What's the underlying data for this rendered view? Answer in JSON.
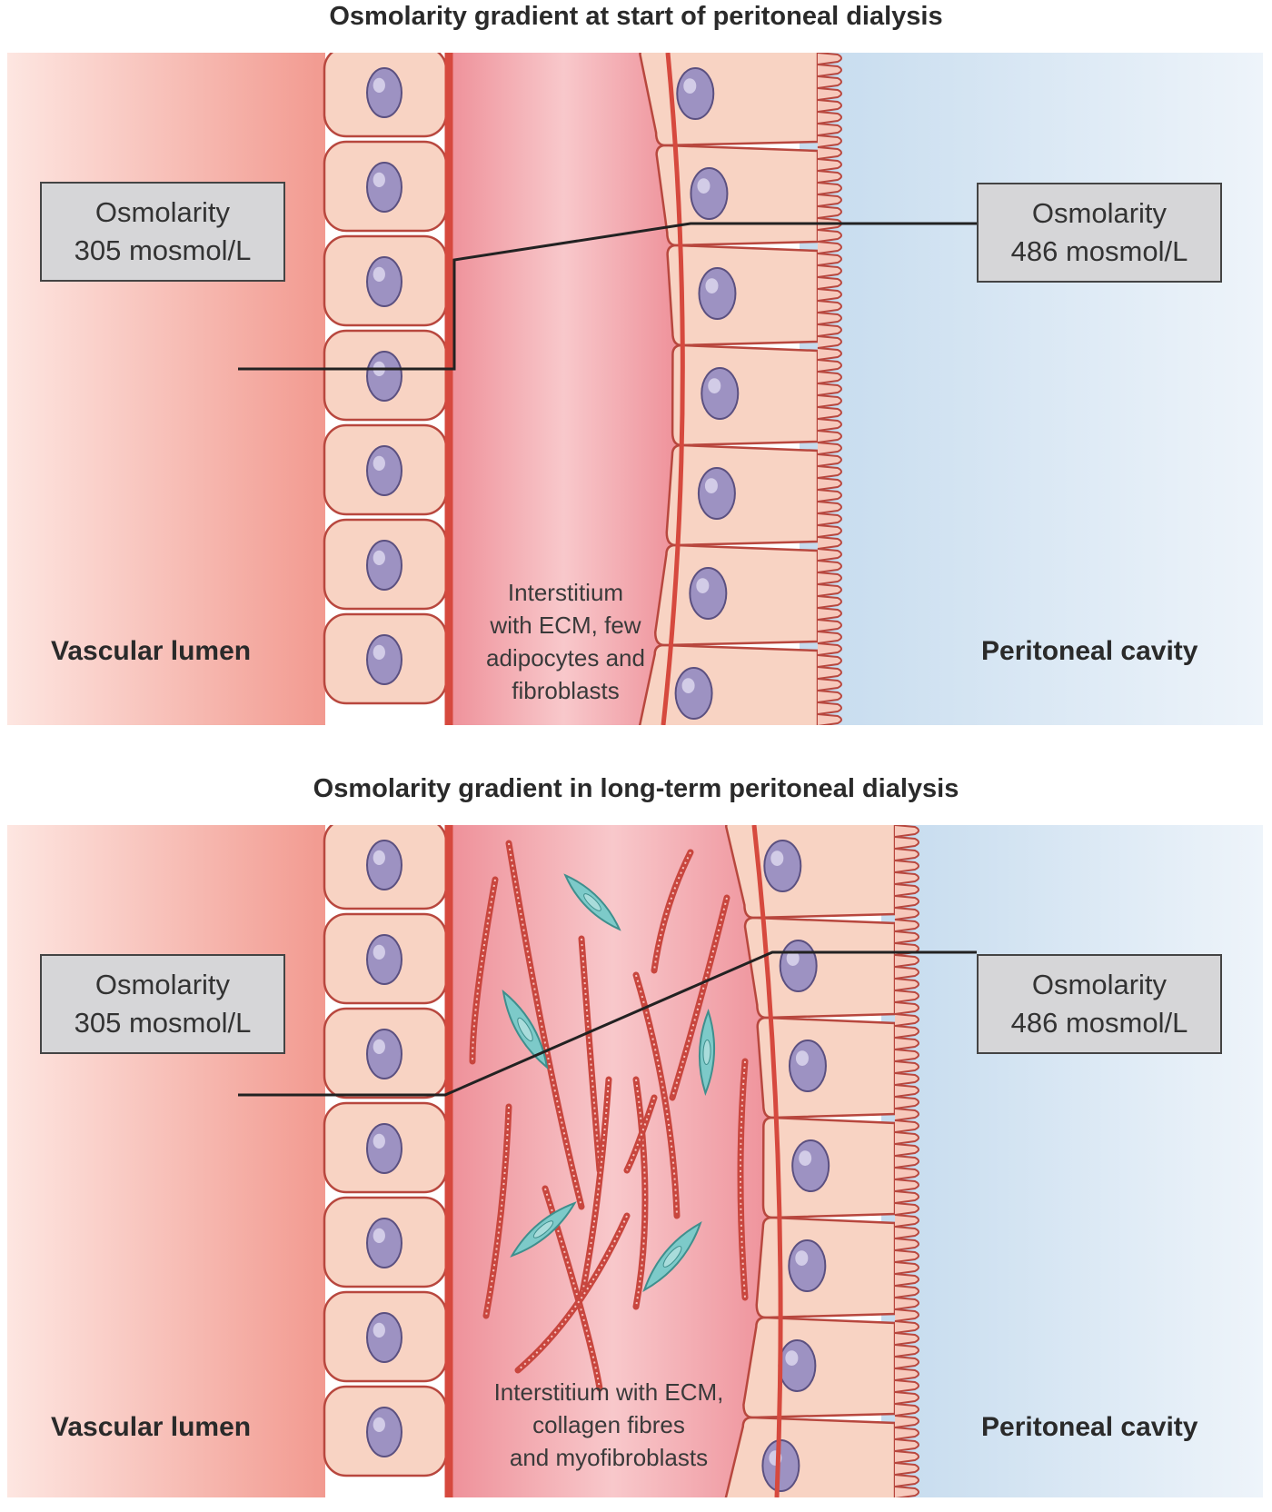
{
  "panels": [
    {
      "title": "Osmolarity gradient at start of peritoneal dialysis",
      "left_box": {
        "line1": "Osmolarity",
        "line2": "305 mosmol/L"
      },
      "right_box": {
        "line1": "Osmolarity",
        "line2": "486 mosmol/L"
      },
      "left_region": "Vascular lumen",
      "right_region": "Peritoneal cavity",
      "interstitium_lines": [
        "Interstitium",
        "with ECM, few",
        "adipocytes and",
        "fibroblasts"
      ]
    },
    {
      "title": "Osmolarity gradient in long-term peritoneal dialysis",
      "left_box": {
        "line1": "Osmolarity",
        "line2": "305 mosmol/L"
      },
      "right_box": {
        "line1": "Osmolarity",
        "line2": "486 mosmol/L"
      },
      "left_region": "Vascular lumen",
      "right_region": "Peritoneal cavity",
      "interstitium_lines": [
        "Interstitium with ECM,",
        "collagen fibres",
        "and myofibroblasts"
      ]
    }
  ],
  "colors": {
    "vascular": "#f19e94",
    "cell_fill": "#f8d3c3",
    "cell_stroke": "#b8473e",
    "nucleus": "#9d92c2",
    "membrane": "#d6493e",
    "interstitium": "#f0a0a6",
    "peritoneal": "#c6dcef",
    "collagen": "#c8463e",
    "myofibroblast": "#7dcac9",
    "gradient_line": "#222222"
  }
}
